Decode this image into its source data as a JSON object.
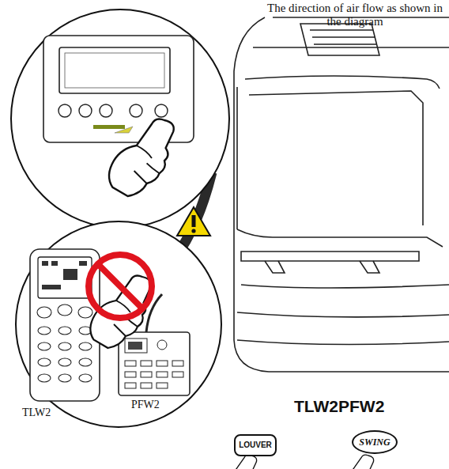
{
  "diagram": {
    "nodes": [
      {
        "text": [
          "LOUVER"
        ]
      },
      {
        "text": [
          "SWING"
        ]
      }
    ],
    "labels": [
      "The direction of air flow as shown in the diagram",
      "TLW2",
      "PFW2",
      "TLW2PFW2"
    ]
  }
}
